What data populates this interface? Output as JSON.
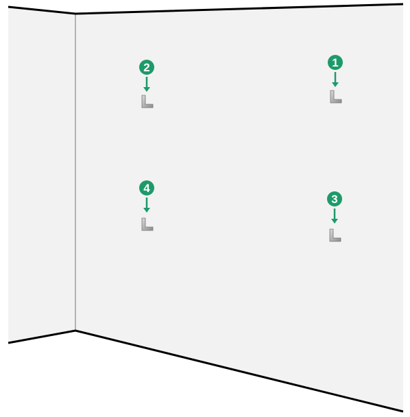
{
  "colors": {
    "wall_fill": "#f2f2f2",
    "wall_edge": "#000000",
    "corner_line": "#b3b3b3",
    "badge": "#1e9a6a",
    "badge_text": "#ffffff",
    "arrow": "#1e9a6a",
    "bracket_light": "#d9d9d9",
    "bracket_dark": "#8c8c8c"
  },
  "icons": {
    "marker": "numbered-circle-icon",
    "arrow": "down-arrow-icon",
    "bracket": "l-bracket-icon"
  },
  "markers": [
    {
      "id": "2",
      "label": "2"
    },
    {
      "id": "1",
      "label": "1"
    },
    {
      "id": "4",
      "label": "4"
    },
    {
      "id": "3",
      "label": "3"
    }
  ]
}
